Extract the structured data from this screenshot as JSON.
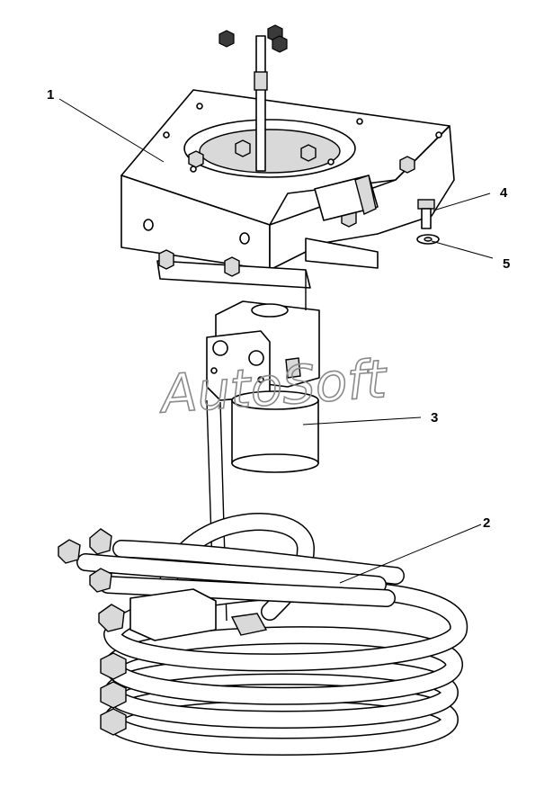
{
  "diagram": {
    "callouts": [
      {
        "id": "1",
        "label": "1"
      },
      {
        "id": "2",
        "label": "2"
      },
      {
        "id": "3",
        "label": "3"
      },
      {
        "id": "4",
        "label": "4"
      },
      {
        "id": "5",
        "label": "5"
      }
    ],
    "watermark": "AutoSoft"
  }
}
